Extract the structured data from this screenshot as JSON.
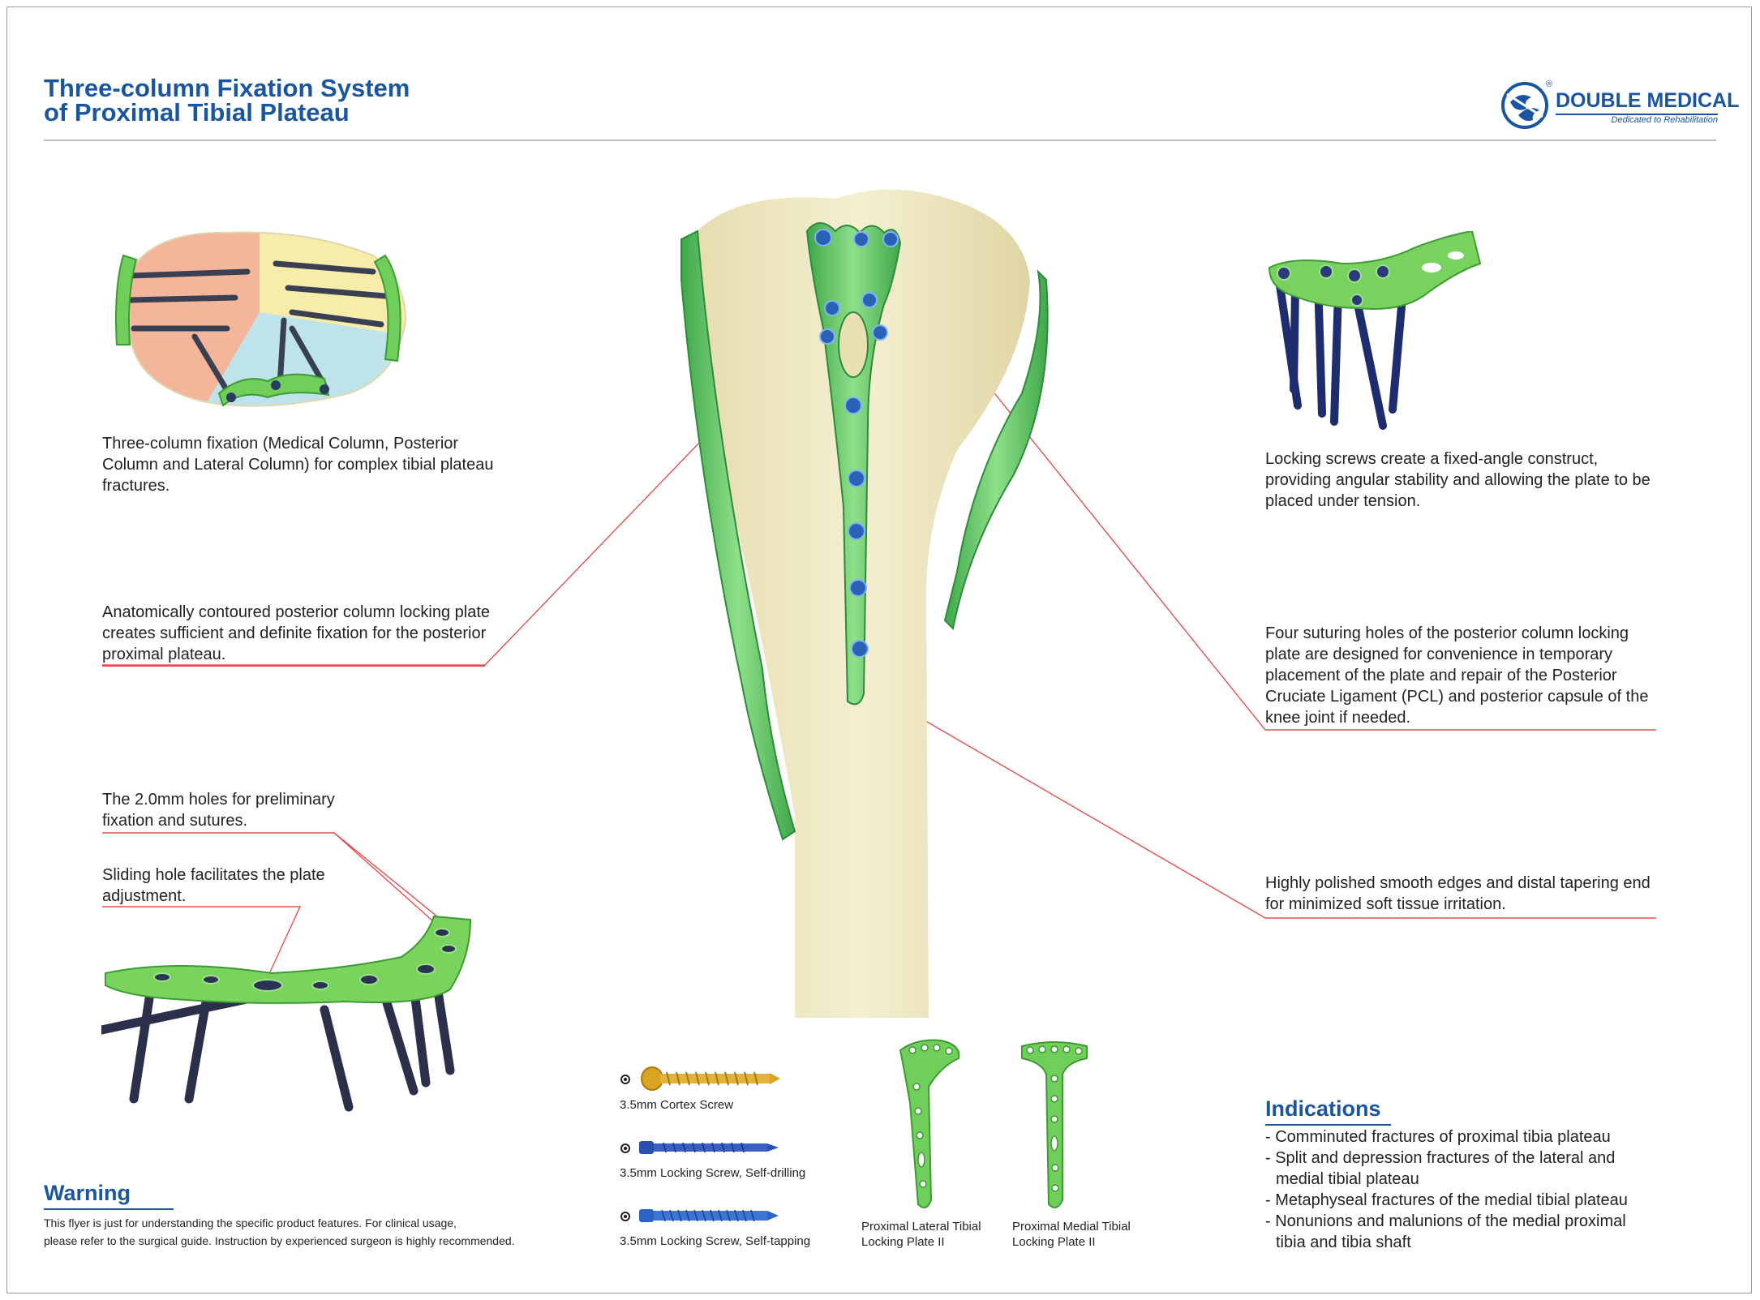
{
  "header": {
    "title_line1": "Three-column Fixation System",
    "title_line2": "of Proximal Tibial Plateau"
  },
  "logo": {
    "name": "DOUBLE MEDICAL",
    "tagline": "Dedicated to Rehabilitation",
    "mark": "®",
    "icon": "double-medical-logo-icon"
  },
  "callouts": {
    "three_column": "Three-column fixation (Medical Column, Posterior Column and Lateral Column) for complex tibial plateau fractures.",
    "anatomical": "Anatomically contoured posterior column locking plate creates sufficient and definite fixation for the posterior proximal plateau.",
    "holes_2mm": "The 2.0mm holes for preliminary fixation and sutures.",
    "sliding_hole": "Sliding hole facilitates the plate adjustment.",
    "locking_screws": "Locking screws create a fixed-angle construct, providing angular stability and allowing the plate to be placed under tension.",
    "suturing_holes": "Four suturing holes of the posterior column locking plate are designed for convenience in temporary placement of the plate and repair of the Posterior Cruciate Ligament (PCL) and posterior capsule of the knee joint if needed.",
    "polished_edges": "Highly polished smooth edges and distal tapering end for minimized soft tissue irritation."
  },
  "screws": [
    {
      "label": "3.5mm Cortex Screw",
      "color": "#d9a520"
    },
    {
      "label": "3.5mm Locking Screw, Self-drilling",
      "color": "#2b4fb0"
    },
    {
      "label": "3.5mm Locking Screw, Self-tapping",
      "color": "#2b63c8"
    }
  ],
  "plates": [
    {
      "label_line1": "Proximal Lateral Tibial",
      "label_line2": "Locking Plate II"
    },
    {
      "label_line1": "Proximal Medial Tibial",
      "label_line2": "Locking Plate II"
    }
  ],
  "warning": {
    "title": "Warning",
    "line1": "This flyer is just for understanding the specific product features. For clinical usage,",
    "line2": "please refer to the surgical guide. Instruction by experienced surgeon is highly recommended."
  },
  "indications": {
    "title": "Indications",
    "items": [
      "- Comminuted fractures of proximal tibia plateau",
      "- Split and depression fractures of the lateral and",
      "  medial tibial plateau",
      "- Metaphyseal fractures of the medial tibial plateau",
      "- Nonunions and malunions of the medial proximal",
      "  tibia and tibia shaft"
    ]
  },
  "colors": {
    "brand_blue": "#1a56a0",
    "plate_green": "#6fcf5a",
    "callout_red": "#e05050",
    "bone": "#efe9c4"
  }
}
